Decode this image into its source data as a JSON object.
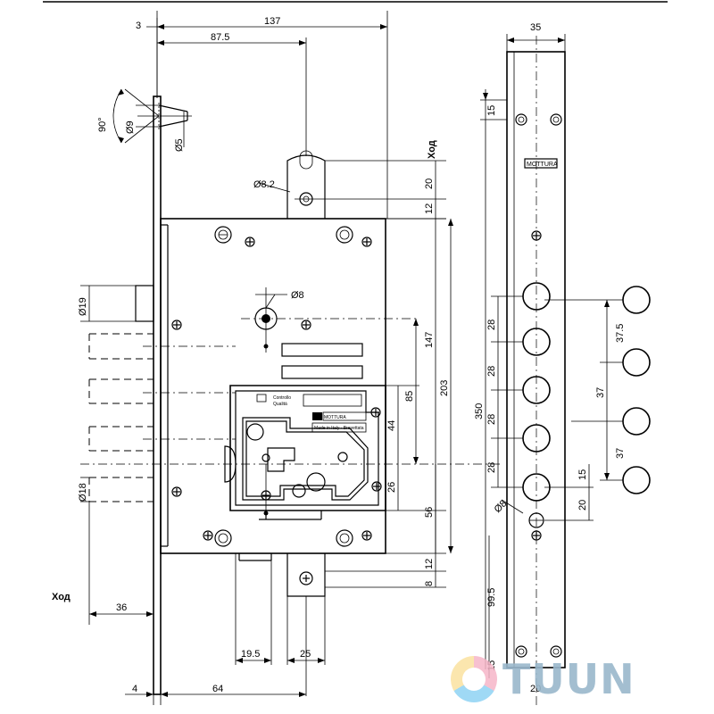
{
  "top_dims": {
    "d3": "3",
    "d137": "137",
    "d87_5": "87.5"
  },
  "angle_label": "90°",
  "hole_labels": {
    "d9": "Ø9",
    "d5": "Ø5",
    "d8_2": "Ø8.2",
    "d8_spindle": "Ø8",
    "d19": "Ø19",
    "d18": "Ø18",
    "d8_strike": "Ø8"
  },
  "vertical_dims": {
    "d20": "20",
    "d12_top": "12",
    "d147": "147",
    "d203": "203",
    "d85": "85",
    "d44": "44",
    "d26": "26",
    "d56": "56",
    "d12_bottom": "12",
    "d8": "8"
  },
  "bottom_dims": {
    "d36": "36",
    "d4": "4",
    "d64": "64",
    "d19_5": "19.5",
    "d25": "25"
  },
  "hod_labels": {
    "right": "Ход",
    "left": "Ход"
  },
  "strike_plate": {
    "width": "35",
    "height": "350",
    "top_offset": "15",
    "bottom_offset": "15",
    "bolt_pitch_1": "28",
    "bolt_pitch_2": "28",
    "bolt_pitch_3": "28",
    "bolt_pitch_4": "28",
    "bottom_len": "99.5",
    "bottom_width": "20",
    "brand": "MOTTURA"
  },
  "bolt_group": {
    "p1": "37.5",
    "p2": "37",
    "p3": "37",
    "p4": "15",
    "p5": "20"
  },
  "mechanism_text": {
    "line1": "Controllo",
    "line2": "Qualità",
    "brand": "MOTTURA",
    "made_in": "Made in Italy · Brevettata"
  },
  "watermark": {
    "text": "TUUN"
  }
}
